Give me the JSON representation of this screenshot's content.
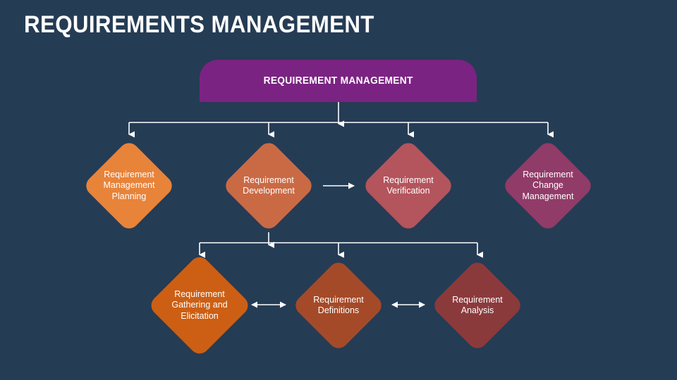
{
  "slide": {
    "title": "REQUIREMENTS MANAGEMENT",
    "background_color": "#253c55",
    "text_color": "#ffffff"
  },
  "root": {
    "label": "REQUIREMENT MANAGEMENT",
    "color": "#7b2382"
  },
  "level1": [
    {
      "label": "Requirement\nManagement\nPlanning",
      "color": "#e8833a",
      "size": 132,
      "font_size": 12.5
    },
    {
      "label": "Requirement\nDevelopment",
      "color": "#ca6a45",
      "size": 132,
      "font_size": 12.5
    },
    {
      "label": "Requirement\nVerification",
      "color": "#b4545c",
      "size": 132,
      "font_size": 12.5
    },
    {
      "label": "Requirement\nChange\nManagement",
      "color": "#913b68",
      "size": 132,
      "font_size": 12.5
    }
  ],
  "level2": [
    {
      "label": "Requirement\nGathering and\nElicitation",
      "color": "#cc5f14",
      "size": 148,
      "font_size": 12.5
    },
    {
      "label": "Requirement\nDefinitions",
      "color": "#a54a28",
      "size": 132,
      "font_size": 12.5
    },
    {
      "label": "Requirement\nAnalysis",
      "color": "#8b3a3c",
      "size": 132,
      "font_size": 12.5
    }
  ],
  "connectors": {
    "line_color": "#ffffff",
    "arrows": [
      {
        "name": "root-to-branch-bus",
        "type": "down"
      },
      {
        "name": "branch-to-requirement-management-planning",
        "type": "down"
      },
      {
        "name": "branch-to-requirement-development",
        "type": "down"
      },
      {
        "name": "branch-to-requirement-verification",
        "type": "down"
      },
      {
        "name": "branch-to-requirement-change-management",
        "type": "down"
      },
      {
        "name": "development-to-verification",
        "type": "right"
      },
      {
        "name": "development-to-sub-bus",
        "type": "down"
      },
      {
        "name": "sub-bus-to-gathering",
        "type": "down"
      },
      {
        "name": "sub-bus-to-definitions",
        "type": "down"
      },
      {
        "name": "sub-bus-to-analysis",
        "type": "down"
      },
      {
        "name": "gathering-to-definitions",
        "type": "bidirectional"
      },
      {
        "name": "definitions-to-analysis",
        "type": "bidirectional"
      }
    ]
  }
}
